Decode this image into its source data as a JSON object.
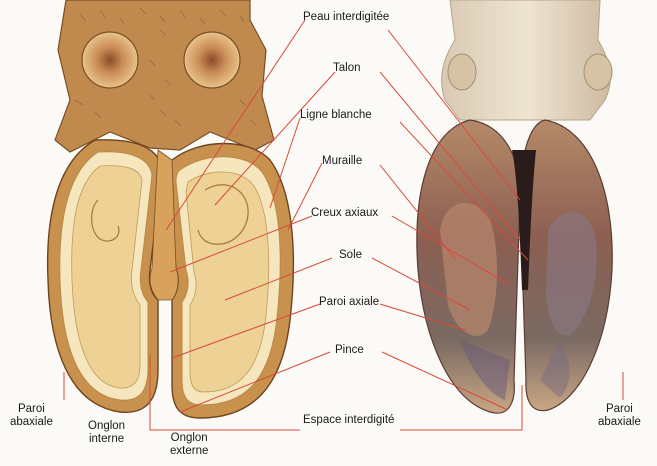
{
  "labels": {
    "peau_interdigitee": "Peau interdigitée",
    "talon": "Talon",
    "ligne_blanche": "Ligne blanche",
    "muraille": "Muraille",
    "creux_axiaux": "Creux axiaux",
    "sole": "Sole",
    "paroi_axiale": "Paroi axiale",
    "pince": "Pince",
    "espace_interdigite": "Espace interdigité",
    "paroi_abaxiale_left_1": "Paroi",
    "paroi_abaxiale_left_2": "abaxiale",
    "onglon_interne_1": "Onglon",
    "onglon_interne_2": "interne",
    "onglon_externe_1": "Onglon",
    "onglon_externe_2": "externe",
    "paroi_abaxiale_right_1": "Paroi",
    "paroi_abaxiale_right_2": "abaxiale"
  },
  "colors": {
    "leader_line": "#d94a3a",
    "hoof_outer": "#c9914e",
    "hoof_mid": "#e2b86f",
    "sole": "#edd195",
    "white_line": "#f6e6bd",
    "skin": "#c08a4e",
    "photo_hoof": "#8a5a4a",
    "photo_purple": "#6a5a7a"
  }
}
